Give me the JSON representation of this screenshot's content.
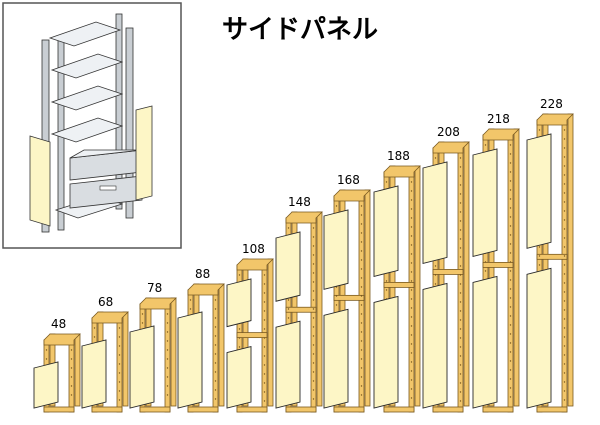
{
  "title": "サイドパネル",
  "colors": {
    "frame": "#f2c66a",
    "frame_edge": "#7a5a20",
    "panel": "#fdf6c6",
    "panel_edge": "#2a2a2a",
    "shelf_fill": "#eef1f4",
    "post": "#c9ced3",
    "drawer": "#d9dde1"
  },
  "sizes": [
    {
      "label": "48"
    },
    {
      "label": "68"
    },
    {
      "label": "78"
    },
    {
      "label": "88"
    },
    {
      "label": "108"
    },
    {
      "label": "148"
    },
    {
      "label": "168"
    },
    {
      "label": "188"
    },
    {
      "label": "208"
    },
    {
      "label": "218"
    },
    {
      "label": "228"
    }
  ]
}
